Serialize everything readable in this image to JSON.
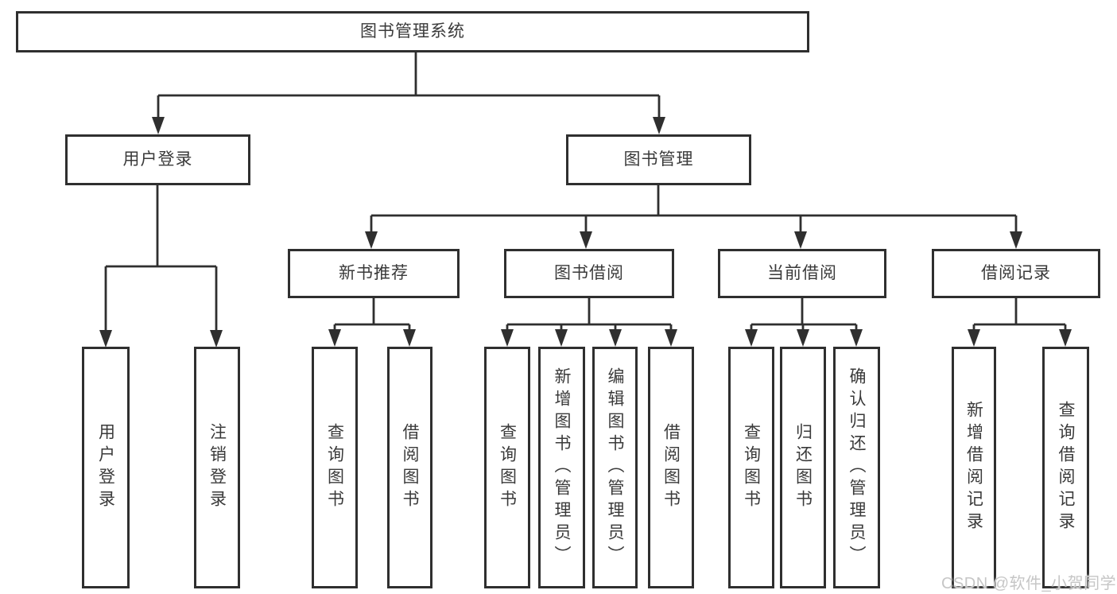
{
  "diagram_title": "图书管理系统",
  "tree": {
    "label": "图书管理系统",
    "children": [
      {
        "label": "用户登录",
        "children": [
          {
            "label": "用户登录"
          },
          {
            "label": "注销登录"
          }
        ]
      },
      {
        "label": "图书管理",
        "children": [
          {
            "label": "新书推荐",
            "children": [
              {
                "label": "查询图书"
              },
              {
                "label": "借阅图书"
              }
            ]
          },
          {
            "label": "图书借阅",
            "children": [
              {
                "label": "查询图书"
              },
              {
                "label": "新增图书（管理员）"
              },
              {
                "label": "编辑图书（管理员）"
              },
              {
                "label": "借阅图书"
              }
            ]
          },
          {
            "label": "当前借阅",
            "children": [
              {
                "label": "查询图书"
              },
              {
                "label": "归还图书"
              },
              {
                "label": "确认归还（管理员）"
              }
            ]
          },
          {
            "label": "借阅记录",
            "children": [
              {
                "label": "新增借阅记录"
              },
              {
                "label": "查询借阅记录"
              }
            ]
          }
        ]
      }
    ]
  },
  "watermark": "CSDN @软件_小贺同学",
  "colors": {
    "line": "#2f2f2f",
    "box_border": "#2f2f2f",
    "text": "#3a3a3a",
    "background": "#ffffff",
    "watermark": "#c6c6c6"
  }
}
